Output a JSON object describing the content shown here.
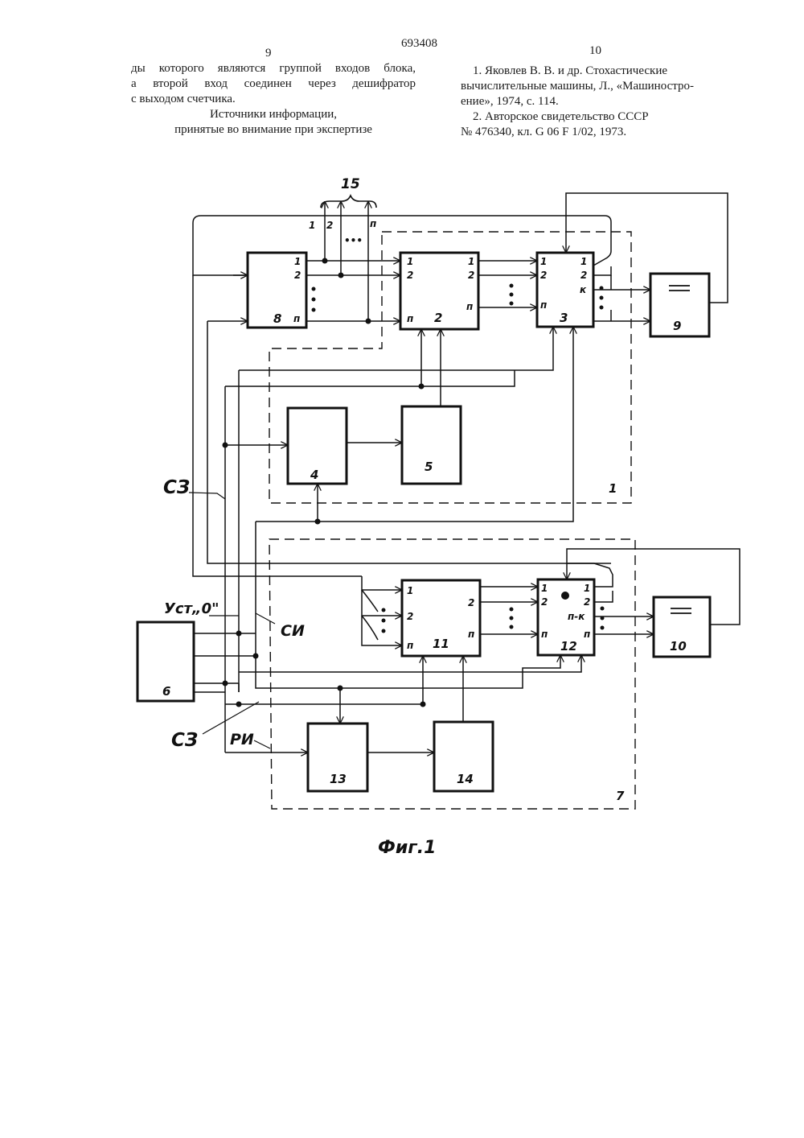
{
  "header": {
    "page_left": "9",
    "patent_number": "693408",
    "page_right": "10"
  },
  "left_column": {
    "lines": [
      "ды которого являются группой входов блока,",
      "а второй вход соединен через дешифратор",
      "с выходом счетчика."
    ],
    "sources_heading": [
      "Источники информации,",
      "принятые во внимание при экспертизе"
    ]
  },
  "right_column": {
    "lines": [
      "1. Яковлев В. В. и др. Стохастические",
      "вычислительные машины, Л., «Машиностро-",
      "ение», 1974, с. 114.",
      "2. Авторское свидетельство СССР",
      "№ 476340, кл. G 06 F 1/02, 1973."
    ]
  },
  "figure": {
    "caption": "Фиг.1",
    "block_numbers": {
      "b1": "1",
      "b2": "2",
      "b3": "3",
      "b4": "4",
      "b5": "5",
      "b6": "6",
      "b7": "7",
      "b8": "8",
      "b9": "9",
      "b10": "10",
      "b11": "11",
      "b12": "12",
      "b13": "13",
      "b14": "14",
      "b15": "15"
    },
    "signal_labels": {
      "sz_top": "СЗ",
      "ust0": "Уст„0\"",
      "si": "СИ",
      "sz_bottom": "СЗ",
      "ri": "РИ"
    },
    "pins": {
      "one": "1",
      "two": "2",
      "n": "п",
      "k": "к",
      "n_minus_k": "п-к",
      "ellipsis": "•••",
      "eq": "="
    }
  }
}
